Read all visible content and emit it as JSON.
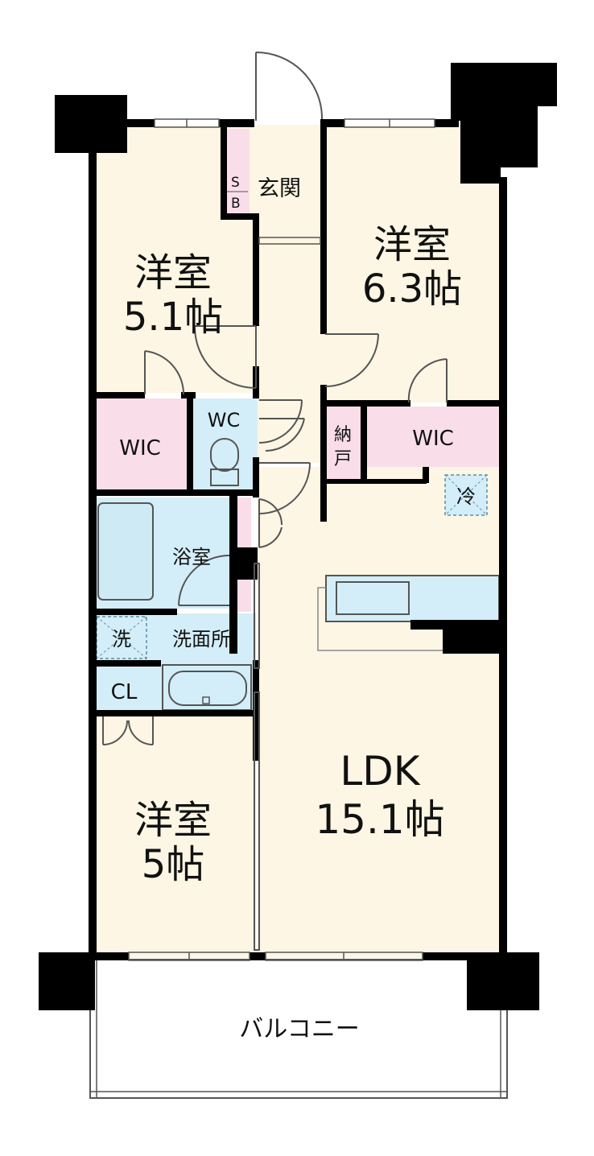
{
  "colors": {
    "wall": "#000000",
    "room_floor": "#fdf6e4",
    "storage_pink": "#f9dde8",
    "wet_area_blue": "#d3eef8",
    "balcony": "#ffffff",
    "line": "#555555"
  },
  "rooms": {
    "entrance": {
      "label": "玄関"
    },
    "shoe_box": {
      "label_line1": "S",
      "label_line2": "B"
    },
    "bedroom_upper_left": {
      "label_line1": "洋室",
      "label_line2": "5.1帖"
    },
    "bedroom_upper_right": {
      "label_line1": "洋室",
      "label_line2": "6.3帖"
    },
    "wic_left": {
      "label": "WIC"
    },
    "toilet": {
      "label": "WC"
    },
    "storage": {
      "label_line1": "納",
      "label_line2": "戸"
    },
    "wic_right": {
      "label": "WIC"
    },
    "fridge_space": {
      "label": "冷"
    },
    "bathroom": {
      "label": "浴室"
    },
    "washer_space": {
      "label": "洗"
    },
    "washroom": {
      "label": "洗面所"
    },
    "closet": {
      "label": "CL"
    },
    "bedroom_lower_left": {
      "label_line1": "洋室",
      "label_line2": "5帖"
    },
    "ldk": {
      "label_line1": "LDK",
      "label_line2": "15.1帖"
    },
    "balcony": {
      "label": "バルコニー"
    }
  }
}
